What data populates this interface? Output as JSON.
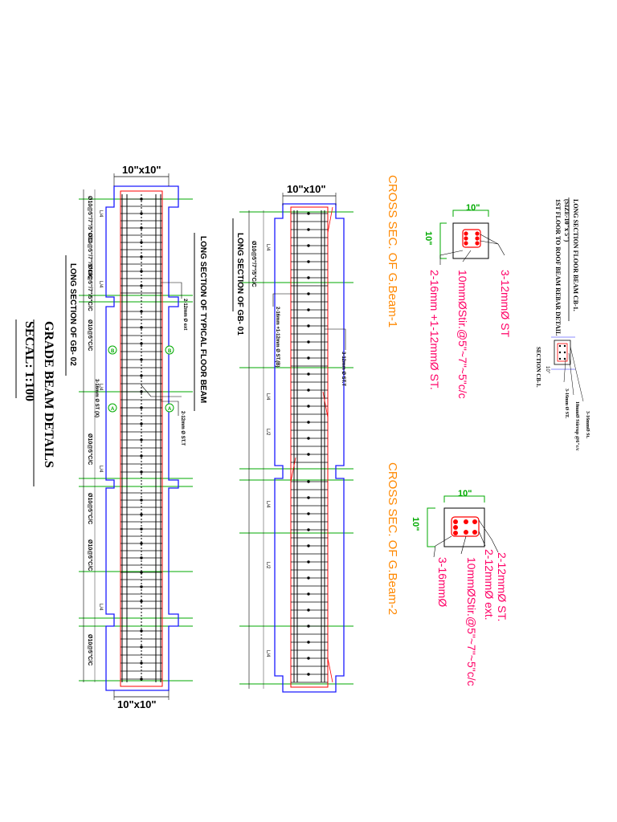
{
  "sheet": {
    "title": "GRADE BEAM DETAILS",
    "scale": "SECAL: 1:100"
  },
  "gb02": {
    "caption": "LONG SECTION OF GB- 02",
    "size_top": "10\"x10\"",
    "size_bottom": "10\"x10\"",
    "stirrup_notes": [
      "Ø10@5\"/7\"/5\"C/C",
      "Ø10@5\"/7\"/5\"C/C",
      "Ø10@5\"/7\"/5\"C/C",
      "Ø10@5\"C/C",
      "Ø10@5\"C/C",
      "Ø10@5\"C/C",
      "Ø10@5\"C/C",
      "Ø10@5\"C/C"
    ],
    "span_marks": [
      "L/4",
      "L/4",
      "L/4",
      "L/4",
      "L/4"
    ],
    "callout_1": "2-12mm Ø ext",
    "callout_2": "3-16mm Ø ST (X)",
    "callout_3": "2-12mm Ø ST.T",
    "markers": [
      "B",
      "B",
      "A",
      "A"
    ]
  },
  "typical": {
    "caption": "LONG SECTION OF TYPICAL FLOOR BEAM"
  },
  "gb01": {
    "caption": "LONG SECTION OF GB- 01",
    "size": "10\"x10\"",
    "stirrup_note": "Ø10@5\"/7\"/5\"C/C",
    "callout_1": "2-16mm +1-12mm Ø ST.(B)",
    "callout_2": "3-12mm Ø ST.T",
    "span_marks": [
      "L/4",
      "L/2",
      "L/4",
      "L/4",
      "L/2",
      "L/4"
    ]
  },
  "cross1": {
    "title": "CROSS SEC. OF G.Beam-1",
    "width": "10\"",
    "depth": "10\"",
    "top_bars": "3-12mmØ ST",
    "stirrups": "10mmØStir.@5\"~7\"~5\"c/c",
    "bottom_bars": "2-16mm +1-12mmØ ST."
  },
  "cross2": {
    "title": "CROSS SEC. OF G.Beam-2",
    "width": "10\"",
    "depth": "10\"",
    "top_bars": "2-12mmØ ST.",
    "extra_bars": "2-12mmØ ext.",
    "stirrups": "10mmØStir.@5\"~7\"~5\"c/c",
    "bottom_bars": "3-16mmØ"
  },
  "cb1": {
    "title": "LONG SECTION FLOOR BEAM CB-1.",
    "size": "(SIZE-10\"x 5\")",
    "subtitle": "1ST FLOOR TO ROOF BEAM REBAR DETAIL",
    "section_label": "SECTION CB-1.",
    "note_top": "3-16mmØ St.",
    "note_stir": "10mmØ Stirrup @6\"c/c",
    "note_bot": "3-16mm Ø ST.",
    "dim": "10\""
  },
  "colors": {
    "concrete": "#1a1aff",
    "rebar": "#000000",
    "stirrup_cross": "#ff0000",
    "dimension": "#00aa00",
    "title_orange": "#ff8800",
    "note_magenta": "#ff0066"
  }
}
